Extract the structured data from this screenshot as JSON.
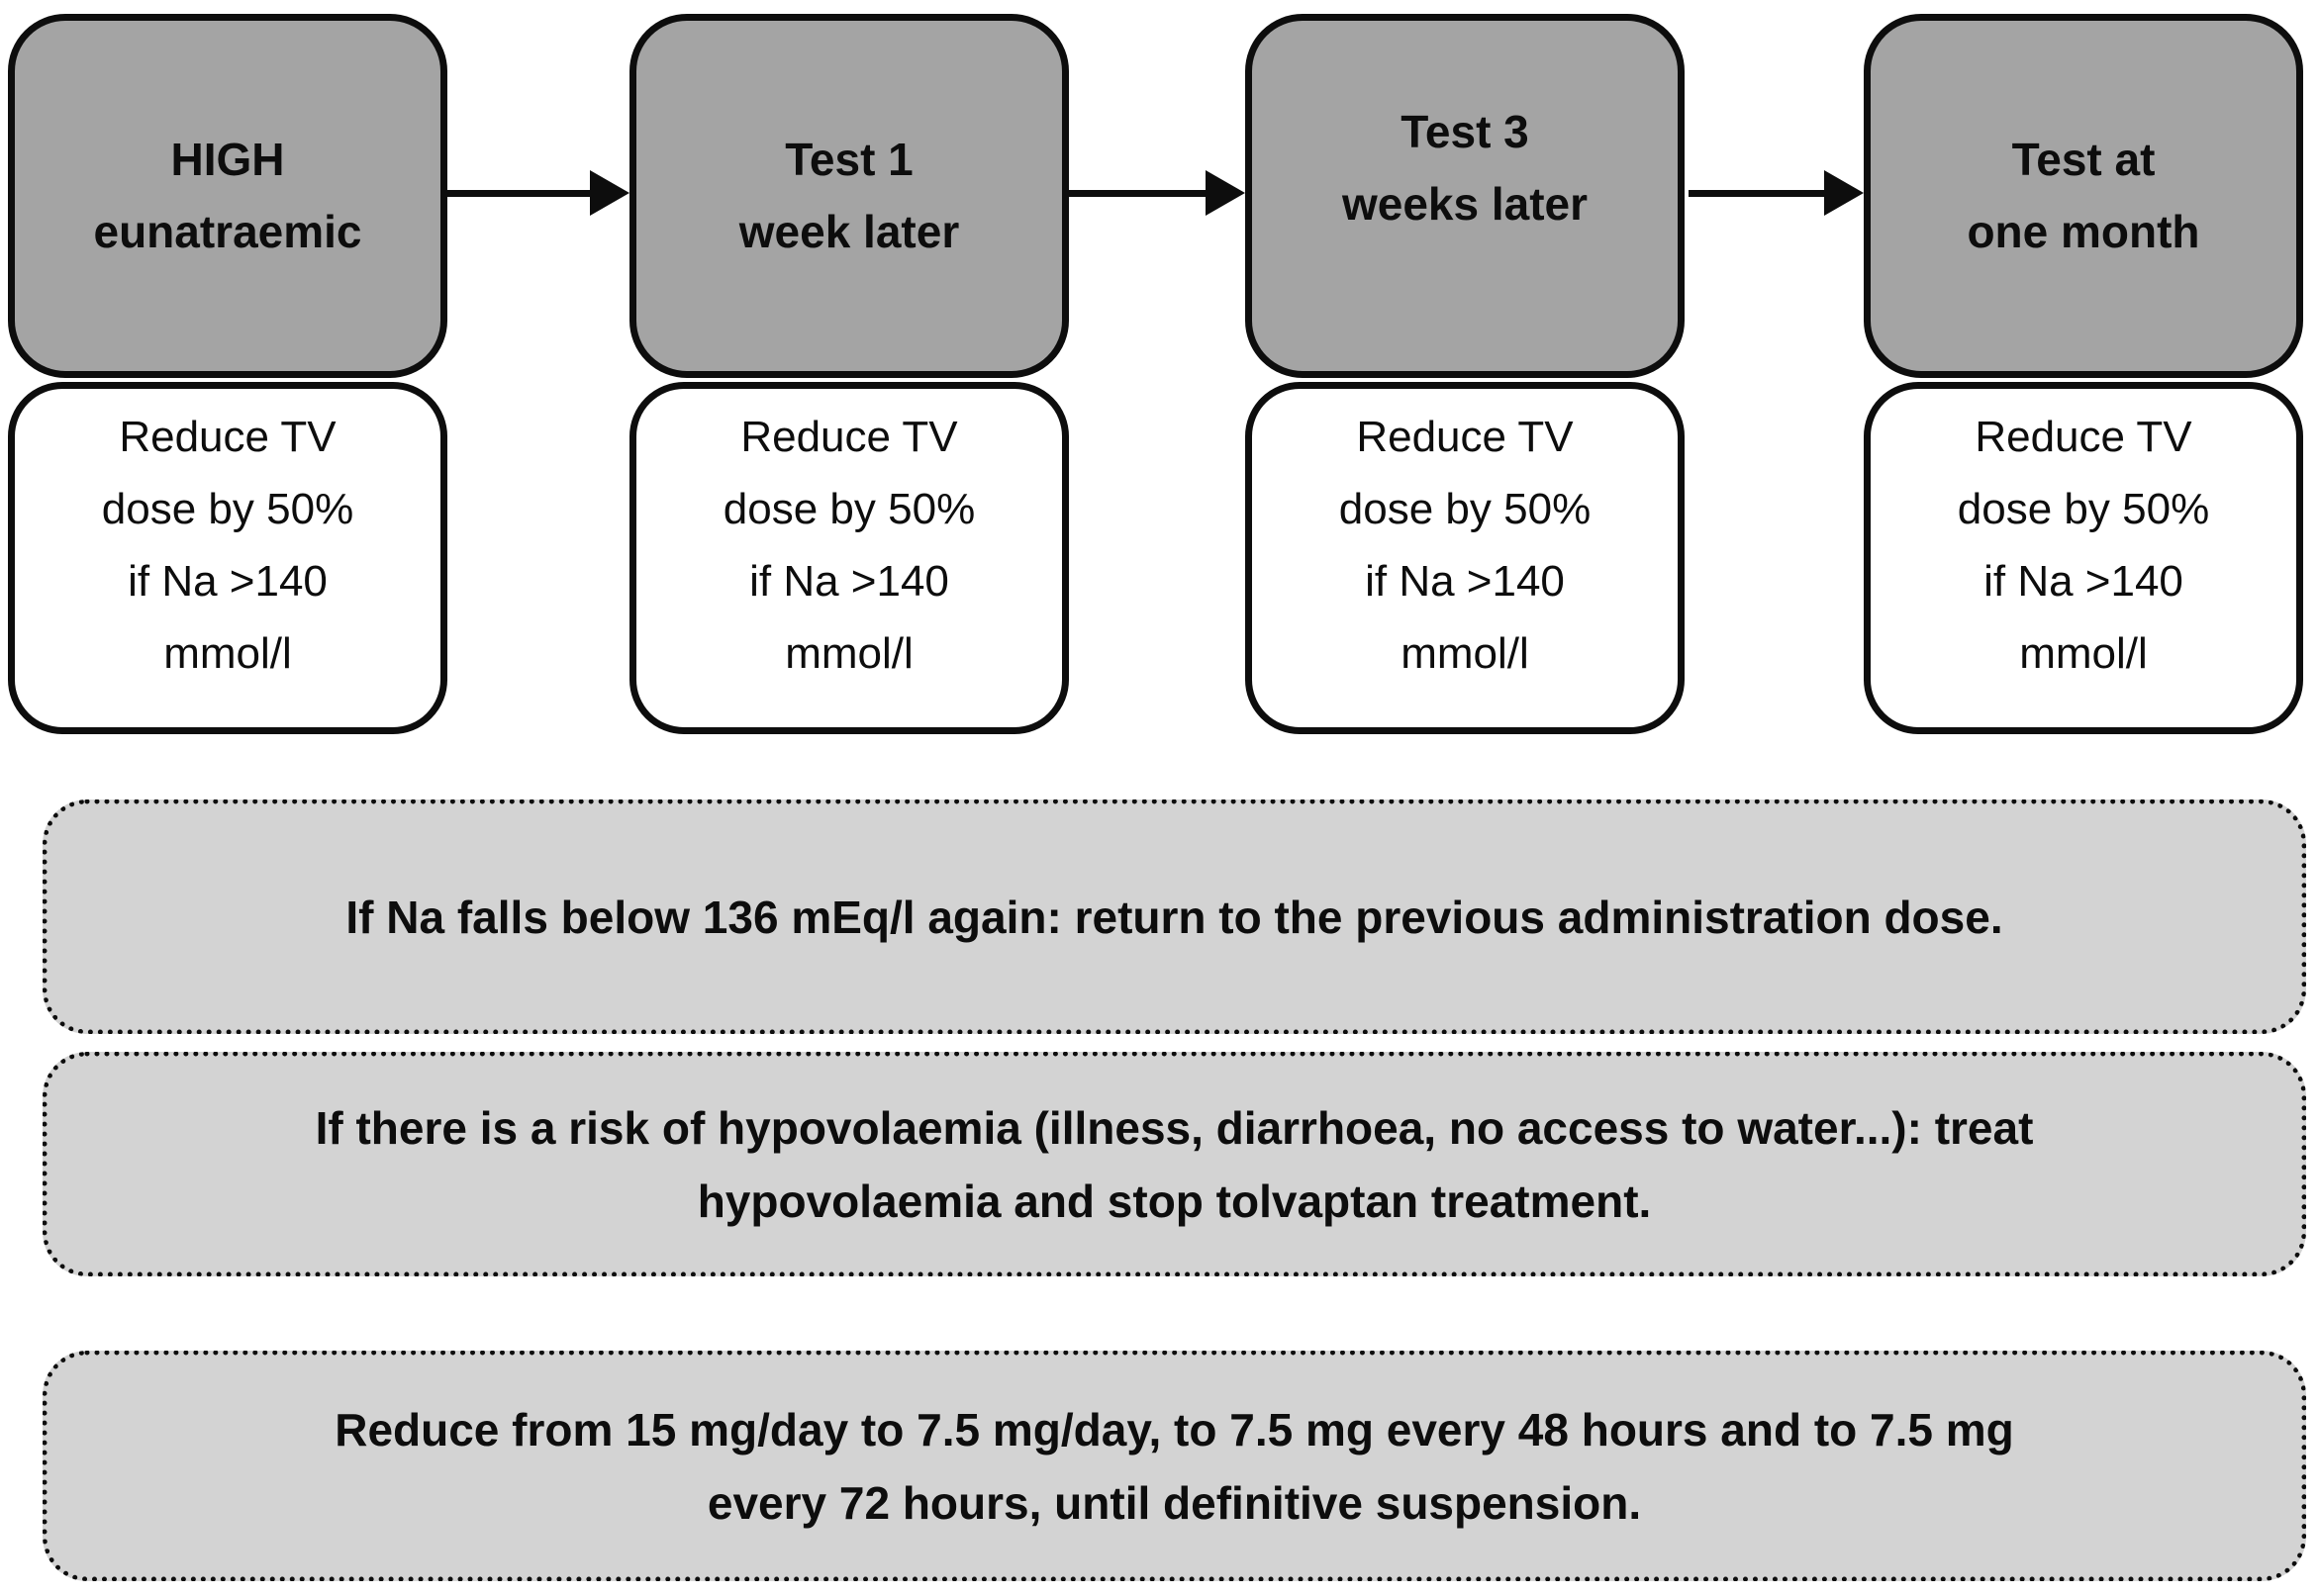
{
  "colors": {
    "stage_fill": "#a4a4a4",
    "note_fill": "#d3d3d3",
    "ink": "#0d0d0d",
    "background": "#ffffff"
  },
  "flowchart": {
    "stages": [
      {
        "title_lines": [
          "HIGH",
          "eunatraemic"
        ],
        "action_lines": [
          "Reduce TV",
          "dose by 50%",
          "if Na >140",
          "mmol/l"
        ]
      },
      {
        "title_lines": [
          "Test 1",
          "week later"
        ],
        "action_lines": [
          "Reduce TV",
          "dose by 50%",
          "if Na >140",
          "mmol/l"
        ]
      },
      {
        "title_lines": [
          "Test 3",
          "weeks later"
        ],
        "action_lines": [
          "Reduce TV",
          "dose by 50%",
          "if Na >140",
          "mmol/l"
        ]
      },
      {
        "title_lines": [
          "Test at",
          "one month"
        ],
        "action_lines": [
          "Reduce TV",
          "dose by 50%",
          "if Na >140",
          "mmol/l"
        ]
      }
    ],
    "arrow_glyph": "right-arrow"
  },
  "notes": [
    {
      "lines": [
        "If Na falls below 136 mEq/l again: return to the previous administration dose."
      ]
    },
    {
      "lines": [
        "If there is a risk of hypovolaemia (illness, diarrhoea, no access to water...): treat",
        "hypovolaemia and stop tolvaptan treatment."
      ]
    },
    {
      "lines": [
        "Reduce from 15 mg/day to 7.5 mg/day, to 7.5 mg every 48 hours and to 7.5 mg",
        "every 72 hours, until definitive suspension."
      ]
    }
  ]
}
